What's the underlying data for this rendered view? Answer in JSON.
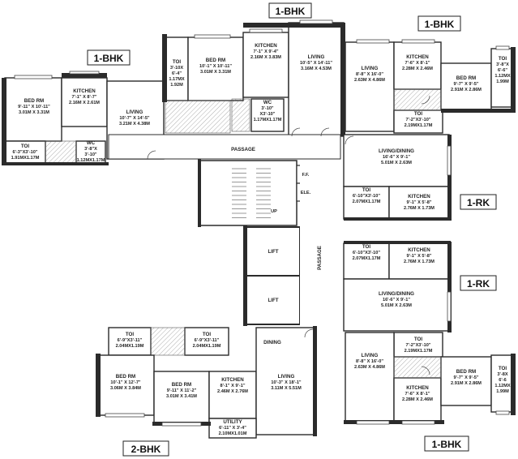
{
  "unit_tags": {
    "top_center": "1-BHK",
    "top_right": "1-BHK",
    "top_left": "1-BHK",
    "rk_upper": "1-RK",
    "rk_lower": "1-RK",
    "bottom_right": "1-BHK",
    "bottom_left": "2-BHK"
  },
  "rooms": {
    "tl_bed": {
      "name": "BED RM",
      "dim1": "9'-11\" X 10'-11\"",
      "dim2": "3.01M X 3.31M"
    },
    "tl_kitchen": {
      "name": "KITCHEN",
      "dim1": "7'-1\" X 8'-7\"",
      "dim2": "2.16M X 2.61M"
    },
    "tl_living": {
      "name": "LIVING",
      "dim1": "10'-7\" X 14'-5\"",
      "dim2": "3.21M X 4.38M"
    },
    "tl_toi": {
      "name": "TOI",
      "dim1": "6'-3\"X3'-10\"",
      "dim2": "1.91MX1.17M"
    },
    "tl_wc": {
      "name": "WC",
      "dim1": "3'-8\"X",
      "dim2": "3'-10\"",
      "dim3": "1.12MX1.17M"
    },
    "tc_toi": {
      "name": "TOI",
      "dim1": "3'-10X",
      "dim2": "6'-4\"",
      "dim3": "1.17MX",
      "dim4": "1.92M"
    },
    "tc_bed": {
      "name": "BED RM",
      "dim1": "10'-1\" X 10'-11\"",
      "dim2": "3.01M X 3.31M"
    },
    "tc_kitchen": {
      "name": "KITCHEN",
      "dim1": "7'-1\" X 9'-4\"",
      "dim2": "2.16M X 3.83M"
    },
    "tc_living": {
      "name": "LIVING",
      "dim1": "10'-5\" X 14'-11\"",
      "dim2": "3.16M X 4.53M"
    },
    "tc_wc": {
      "name": "WC",
      "dim1": "3'-10\"",
      "dim2": "X3'-10\"",
      "dim3": "1.17MX1.17M"
    },
    "tr_living": {
      "name": "LIVING",
      "dim1": "8'-8\" X 16'-0\"",
      "dim2": "2.63M X 4.86M"
    },
    "tr_kitchen": {
      "name": "KITCHEN",
      "dim1": "7'-6\" X 8'-1\"",
      "dim2": "2.28M X 2.46M"
    },
    "tr_bed": {
      "name": "BED RM",
      "dim1": "9'-7\" X 9'-5\"",
      "dim2": "2.91M X 2.86M"
    },
    "tr_toi_side": {
      "name": "TOI",
      "dim1": "3'-8\"X",
      "dim2": "6'-6\"",
      "dim3": "1.12MX",
      "dim4": "1.99M"
    },
    "tr_toi": {
      "name": "TOI",
      "dim1": "7'-2\"X3'-10\"",
      "dim2": "2.19MX1.17M"
    },
    "rk1_living": {
      "name": "LIVING/DINING",
      "dim1": "16'-6\" X 9'-1\"",
      "dim2": "5.01M X 2.63M"
    },
    "rk1_toi": {
      "name": "TOI",
      "dim1": "6'-10\"X3'-10\"",
      "dim2": "2.07MX1.17M"
    },
    "rk1_kitchen": {
      "name": "KITCHEN",
      "dim1": "9'-1\" X 5'-8\"",
      "dim2": "2.76M X 1.73M"
    },
    "rk2_toi": {
      "name": "TOI",
      "dim1": "6'-10\"X3'-10\"",
      "dim2": "2.07MX1.17M"
    },
    "rk2_kitchen": {
      "name": "KITCHEN",
      "dim1": "9'-1\" X 5'-8\"",
      "dim2": "2.76M X 1.73M"
    },
    "rk2_living": {
      "name": "LIVING/DINING",
      "dim1": "16'-6\" X 9'-1\"",
      "dim2": "5.01M X 2.63M"
    },
    "br_toi": {
      "name": "TOI",
      "dim1": "7'-2\"X3'-10\"",
      "dim2": "2.19MX1.17M"
    },
    "br_living": {
      "name": "LIVING",
      "dim1": "8'-8\" X 16'-0\"",
      "dim2": "2.63M X 4.86M"
    },
    "br_kitchen": {
      "name": "KITCHEN",
      "dim1": "7'-6\" X 8'-1\"",
      "dim2": "2.28M X 2.46M"
    },
    "br_bed": {
      "name": "BED RM",
      "dim1": "9'-7\" X 9'-5\"",
      "dim2": "2.91M X 2.86M"
    },
    "br_toi_side": {
      "name": "TOI",
      "dim1": "3'-8X",
      "dim2": "6'-6",
      "dim3": "1.12MX",
      "dim4": "1.99M"
    },
    "bl_toi1": {
      "name": "TOI",
      "dim1": "6'-9\"X3'-11\"",
      "dim2": "2.04MX1.19M"
    },
    "bl_toi2": {
      "name": "TOI",
      "dim1": "6'-9\"X3'-11\"",
      "dim2": "2.04MX1.19M"
    },
    "bl_bed1": {
      "name": "BED RM",
      "dim1": "10'-1\" X 12'-7\"",
      "dim2": "3.06M X 3.84M"
    },
    "bl_bed2": {
      "name": "BED RM",
      "dim1": "9'-11\" X 11'-2\"",
      "dim2": "3.01M X 3.41M"
    },
    "bl_kitchen": {
      "name": "KITCHEN",
      "dim1": "8'-1\" X 9'-1\"",
      "dim2": "2.46M X 2.76M"
    },
    "bl_living": {
      "name": "LIVING",
      "dim1": "10'-3\" X 18'-1\"",
      "dim2": "3.11M X 5.51M"
    },
    "bl_dining": {
      "name": "DINING"
    },
    "bl_utility": {
      "name": "UTILITY",
      "dim1": "6'-11\" X 3'-4\"",
      "dim2": "2.10MX1.01M"
    }
  },
  "core": {
    "passage_h": "PASSAGE",
    "passage_v": "PASSAGE",
    "lift1": "LIFT",
    "lift2": "LIFT",
    "ff": "F.F.",
    "ele": "ELE.",
    "up": "UP"
  }
}
